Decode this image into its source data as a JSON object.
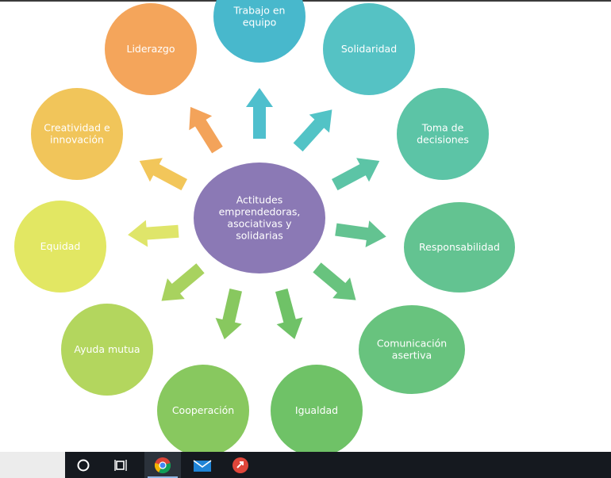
{
  "center": {
    "lines": [
      "Actitudes",
      "emprendedoras,",
      "asociativas y",
      "solidarias"
    ],
    "color": "#8b79b5"
  },
  "nodes": [
    {
      "lines": [
        "Trabajo en",
        "equipo"
      ],
      "color": "#48b8cc",
      "arrow_color": "#4fbfcd",
      "text_color": "#ffffff"
    },
    {
      "lines": [
        "Solidaridad"
      ],
      "color": "#55c2c4",
      "arrow_color": "#52c3c6",
      "text_color": "#ffffff"
    },
    {
      "lines": [
        "Toma de",
        "decisiones"
      ],
      "color": "#5cc4a6",
      "arrow_color": "#5cc4a6",
      "text_color": "#ffffff"
    },
    {
      "lines": [
        "Responsabilidad"
      ],
      "color": "#63c391",
      "arrow_color": "#63c391",
      "text_color": "#ffffff"
    },
    {
      "lines": [
        "Comunicación",
        "asertiva"
      ],
      "color": "#68c37e",
      "arrow_color": "#68c37e",
      "text_color": "#ffffff"
    },
    {
      "lines": [
        "Igualdad"
      ],
      "color": "#6fc267",
      "arrow_color": "#6fc267",
      "text_color": "#ffffff"
    },
    {
      "lines": [
        "Cooperación"
      ],
      "color": "#88c85f",
      "arrow_color": "#88c85f",
      "text_color": "#222222"
    },
    {
      "lines": [
        "Ayuda mutua"
      ],
      "color": "#b3d65e",
      "arrow_color": "#a8d25f",
      "text_color": "#222222"
    },
    {
      "lines": [
        "Equidad"
      ],
      "color": "#e2e763",
      "arrow_color": "#dfe56a",
      "text_color": "#222222"
    },
    {
      "lines": [
        "Creatividad e",
        "innovación"
      ],
      "color": "#f1c55a",
      "arrow_color": "#f2c65a",
      "text_color": "#222222"
    },
    {
      "lines": [
        "Liderazgo"
      ],
      "color": "#f4a55b",
      "arrow_color": "#f3a35a",
      "text_color": "#ffffff"
    }
  ],
  "taskbar": {
    "items": [
      {
        "name": "search-circle-icon"
      },
      {
        "name": "task-view-icon"
      },
      {
        "name": "chrome-icon"
      },
      {
        "name": "mail-icon"
      },
      {
        "name": "remote-desktop-icon"
      }
    ]
  }
}
